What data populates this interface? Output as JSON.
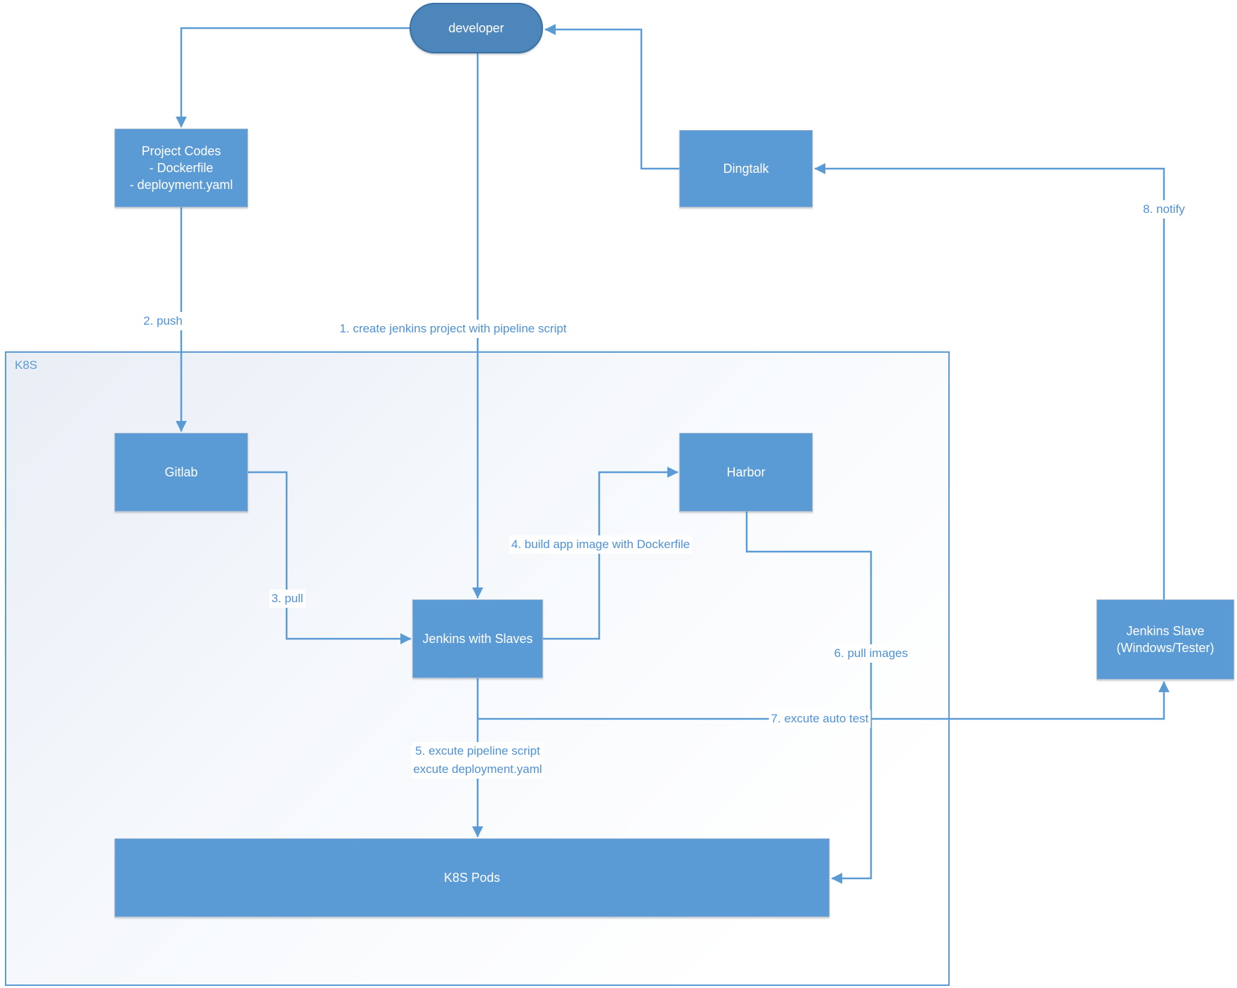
{
  "diagram": {
    "container": {
      "label": "K8S"
    },
    "nodes": {
      "developer": {
        "label": "developer"
      },
      "project_codes": {
        "lines": [
          "Project Codes",
          "- Dockerfile",
          "- deployment.yaml"
        ]
      },
      "dingtalk": {
        "label": "Dingtalk"
      },
      "gitlab": {
        "label": "Gitlab"
      },
      "harbor": {
        "label": "Harbor"
      },
      "jenkins_with_slaves": {
        "label": "Jenkins with Slaves"
      },
      "jenkins_slave": {
        "lines": [
          "Jenkins Slave",
          "(Windows/Tester)"
        ]
      },
      "k8s_pods": {
        "label": "K8S Pods"
      }
    },
    "edge_labels": {
      "create_project": "1. create jenkins project with pipeline script",
      "push": "2. push",
      "pull": "3. pull",
      "build_image": "4. build app image with Dockerfile",
      "execute_pipeline_line1": "5. excute pipeline script",
      "execute_pipeline_line2": "excute deployment.yaml",
      "pull_images": "6. pull images",
      "auto_test": "7. excute auto test",
      "notify": "8. notify"
    },
    "colors": {
      "node_fill": "#5b9bd5",
      "node_border": "#9ab4d2",
      "developer_fill": "#4d86ba",
      "developer_border": "#3a70a3",
      "connector": "#5b9bd5",
      "label_text": "#4e91d6",
      "container_border": "#5b9bd5"
    }
  }
}
